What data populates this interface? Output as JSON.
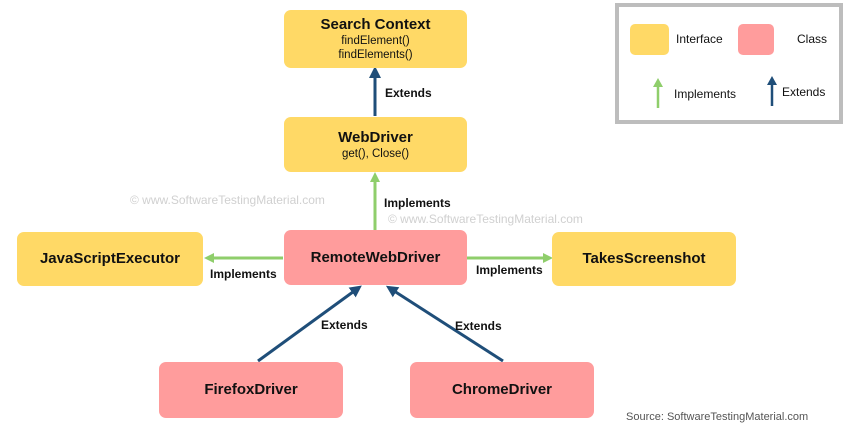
{
  "colors": {
    "interface": "#ffd966",
    "class": "#ff9c9c",
    "implements_arrow": "#8fce6b",
    "extends_arrow": "#1f4e79"
  },
  "nodes": {
    "search_context": {
      "title": "Search Context",
      "methods": [
        "findElement()",
        "findElements()"
      ],
      "kind": "interface"
    },
    "webdriver": {
      "title": "WebDriver",
      "methods": [
        "get(), Close()"
      ],
      "kind": "interface"
    },
    "remote_webdriver": {
      "title": "RemoteWebDriver",
      "kind": "class"
    },
    "javascript_executor": {
      "title": "JavaScriptExecutor",
      "kind": "interface"
    },
    "takes_screenshot": {
      "title": "TakesScreenshot",
      "kind": "interface"
    },
    "firefox_driver": {
      "title": "FirefoxDriver",
      "kind": "class"
    },
    "chrome_driver": {
      "title": "ChromeDriver",
      "kind": "class"
    }
  },
  "edges": [
    {
      "from": "WebDriver",
      "to": "Search Context",
      "label": "Extends"
    },
    {
      "from": "RemoteWebDriver",
      "to": "WebDriver",
      "label": "Implements"
    },
    {
      "from": "RemoteWebDriver",
      "to": "JavaScriptExecutor",
      "label": "Implements"
    },
    {
      "from": "RemoteWebDriver",
      "to": "TakesScreenshot",
      "label": "Implements"
    },
    {
      "from": "FirefoxDriver",
      "to": "RemoteWebDriver",
      "label": "Extends"
    },
    {
      "from": "ChromeDriver",
      "to": "RemoteWebDriver",
      "label": "Extends"
    }
  ],
  "legend": {
    "interface_label": "Interface",
    "class_label": "Class",
    "implements_label": "Implements",
    "extends_label": "Extends"
  },
  "watermarks": [
    "© www.SoftwareTestingMaterial.com",
    "© www.SoftwareTestingMaterial.com"
  ],
  "source_text": "Source: SoftwareTestingMaterial.com"
}
